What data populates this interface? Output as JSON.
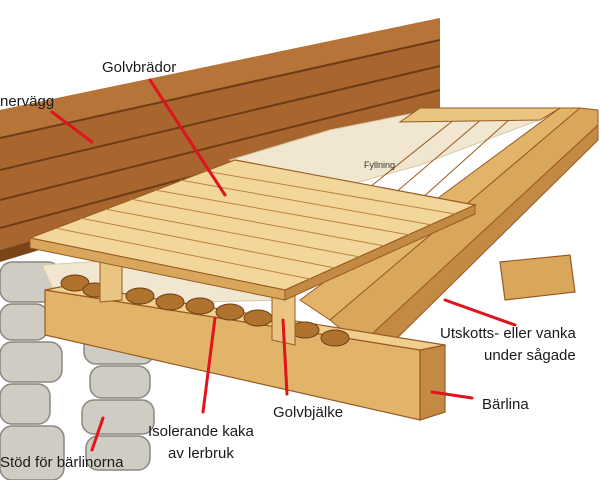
{
  "labels": {
    "golvbrador": "Golvbrädor",
    "yttervagg": "nervägg",
    "fyllning": "Fyllning",
    "utskott_line1": "Utskotts- eller vanka",
    "utskott_line2": "under sågade",
    "barlina": "Bärlina",
    "golvbjalke": "Golvbjälke",
    "isolerande_line1": "Isolerande kaka",
    "isolerande_line2": "av lerbruk",
    "stod": "Stöd för bärlinorna"
  },
  "colors": {
    "pointer": "#e0141c",
    "wood_light": "#f3d79a",
    "wood_mid": "#e2b46a",
    "wood_dark": "#9a5a22",
    "wall": "#a8652e",
    "fill": "#f1e6cf",
    "stone": "#c9c6bf"
  }
}
